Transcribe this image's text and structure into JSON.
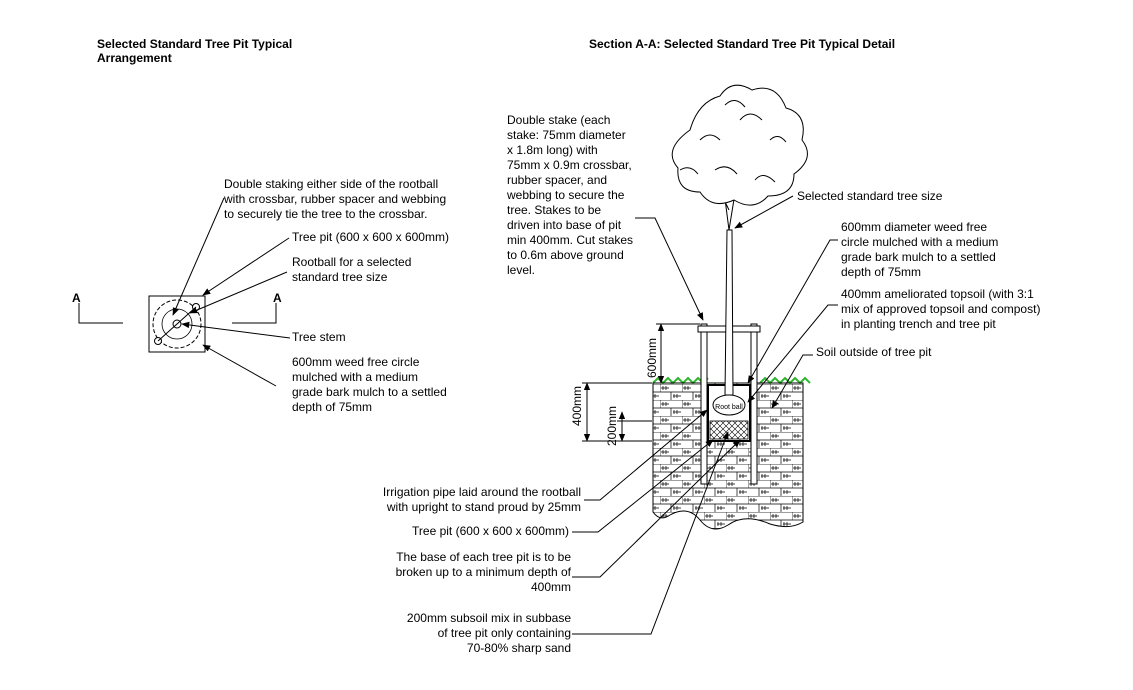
{
  "titles": {
    "plan": "Selected Standard Tree Pit Typical\nArrangement",
    "section": "Section A-A: Selected Standard Tree Pit Typical Detail"
  },
  "plan": {
    "section_mark_left": "A",
    "section_mark_right": "A",
    "notes": {
      "staking": "Double staking either side of the rootball\nwith crossbar, rubber  spacer and webbing\nto securely tie the tree to the crossbar.",
      "tree_pit": "Tree pit (600 x 600 x 600mm)",
      "rootball": "Rootball for a selected\nstandard tree size",
      "tree_stem": "Tree stem",
      "weed_free_circle": "600mm weed free circle\nmulched with a medium\ngrade bark mulch to a settled\ndepth of 75mm"
    }
  },
  "section": {
    "notes": {
      "double_stake": "Double stake (each\nstake: 75mm diameter\nx 1.8m long) with\n75mm x 0.9m crossbar,\nrubber spacer, and\nwebbing to secure the\ntree. Stakes to be\ndriven into base of pit\nmin 400mm. Cut stakes\nto 0.6m above ground\nlevel.",
      "selected_tree": "Selected standard tree size",
      "weed_free_circle": "600mm diameter weed free\ncircle mulched with a medium\ngrade bark mulch to a settled\ndepth of 75mm",
      "topsoil": "400mm ameliorated topsoil (with 3:1\nmix of approved topsoil and compost)\nin planting trench and tree pit",
      "soil_outside": "Soil outside of tree pit",
      "irrigation": "Irrigation pipe laid around the rootball\nwith upright to stand proud by 25mm",
      "tree_pit": "Tree pit (600 x 600 x 600mm)",
      "base": "The base of each tree pit is to be\nbroken up to a minimum depth of\n400mm",
      "subsoil": "200mm subsoil mix in subbase\nof tree pit only containing\n70-80% sharp sand"
    },
    "dimensions": {
      "stake_height": "600mm",
      "depth_400": "400mm",
      "depth_200": "200mm"
    },
    "rootball_label": "Root ball"
  },
  "colors": {
    "line": "#000000",
    "grass": "#2db52d",
    "soil_fill": "#ffffff"
  }
}
